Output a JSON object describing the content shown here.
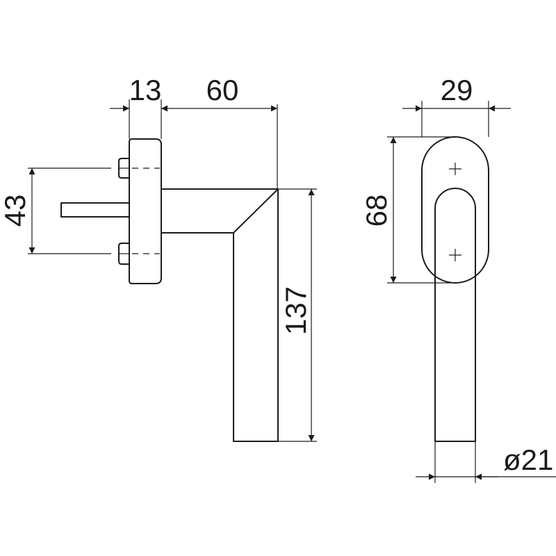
{
  "dimensions": {
    "rosette_thickness": "13",
    "handle_projection": "60",
    "screw_spacing": "43",
    "handle_length": "137",
    "rosette_width": "29",
    "rosette_height": "68",
    "grip_diameter": "ø21"
  }
}
